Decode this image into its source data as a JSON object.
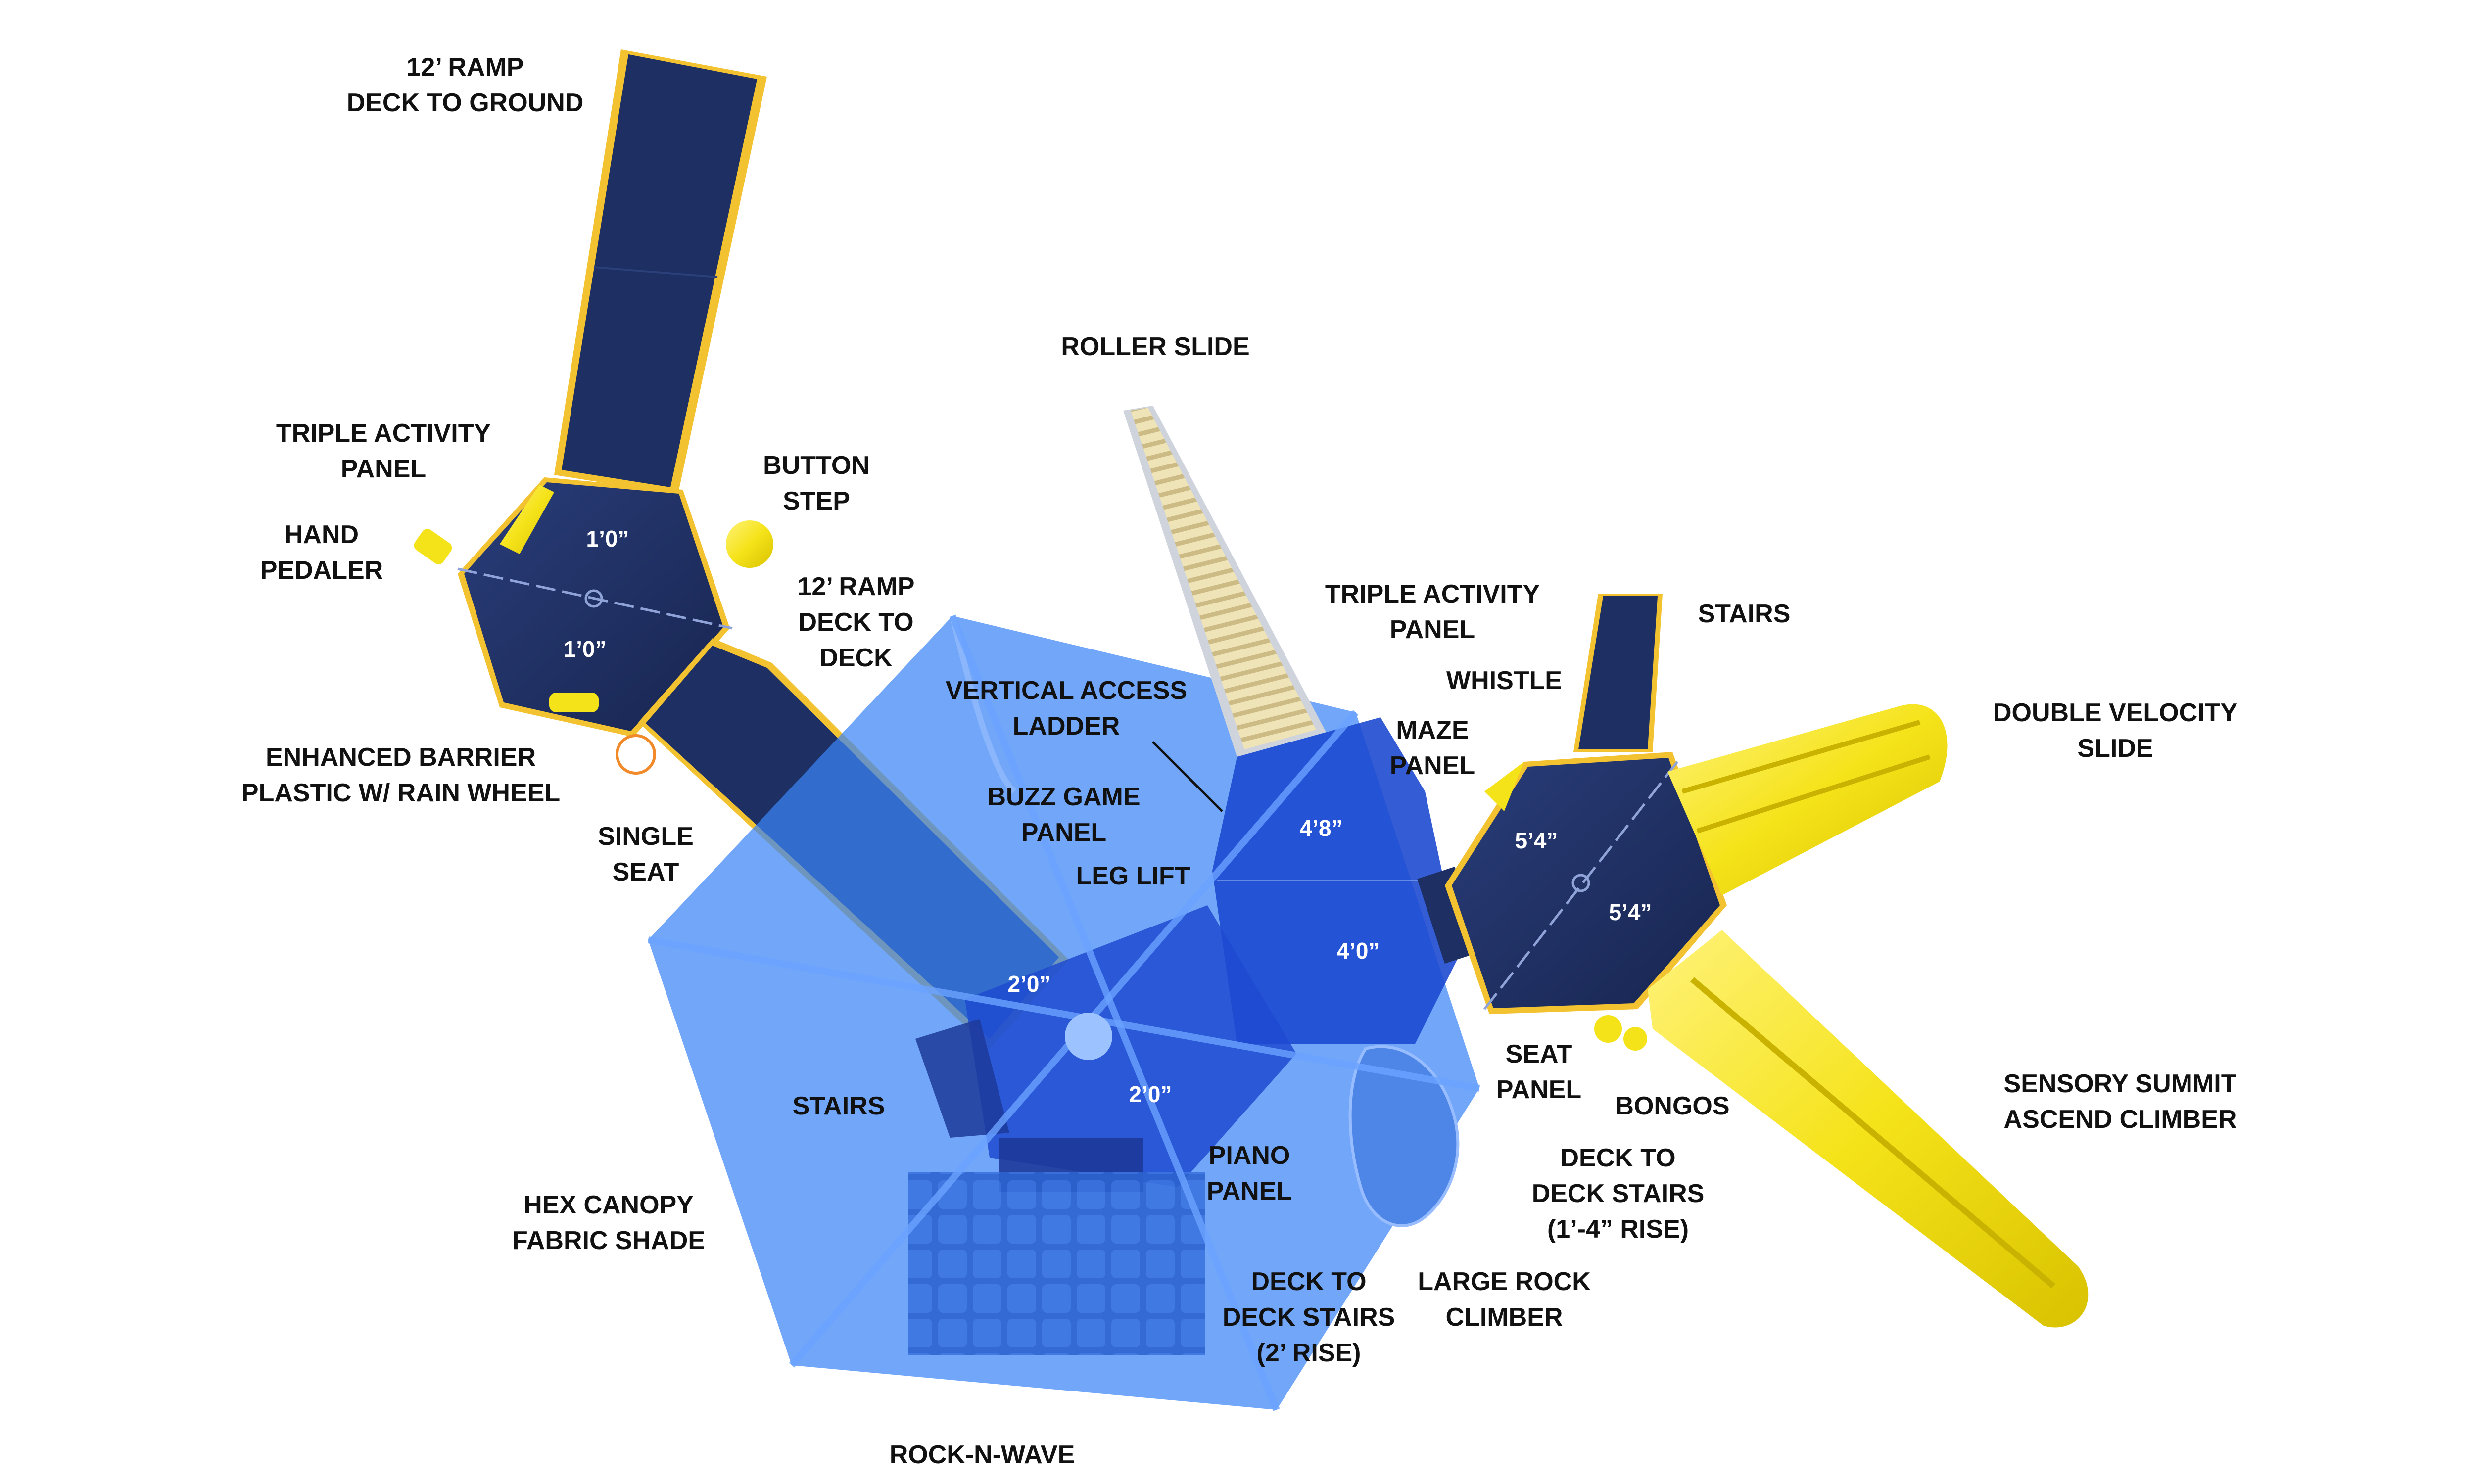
{
  "labels": {
    "ramp_ground": [
      "12’ RAMP",
      "DECK TO GROUND"
    ],
    "triple_activity_left": [
      "TRIPLE ACTIVITY",
      "PANEL"
    ],
    "hand_pedaler": [
      "HAND",
      "PEDALER"
    ],
    "button_step": [
      "BUTTON",
      "STEP"
    ],
    "ramp_deck": [
      "12’ RAMP",
      "DECK TO",
      "DECK"
    ],
    "enhanced_barrier": [
      "ENHANCED BARRIER",
      "PLASTIC W/ RAIN WHEEL"
    ],
    "single_seat": [
      "SINGLE",
      "SEAT"
    ],
    "roller_slide": [
      "ROLLER SLIDE"
    ],
    "vertical_ladder": [
      "VERTICAL ACCESS",
      "LADDER"
    ],
    "buzz_game": [
      "BUZZ GAME",
      "PANEL"
    ],
    "leg_lift": [
      "LEG LIFT"
    ],
    "triple_activity_right": [
      "TRIPLE ACTIVITY",
      "PANEL"
    ],
    "whistle": [
      "WHISTLE"
    ],
    "maze_panel": [
      "MAZE",
      "PANEL"
    ],
    "stairs_top": [
      "STAIRS"
    ],
    "double_velocity": [
      "DOUBLE VELOCITY",
      "SLIDE"
    ],
    "seat_panel": [
      "SEAT",
      "PANEL"
    ],
    "bongos": [
      "BONGOS"
    ],
    "sensory_summit": [
      "SENSORY SUMMIT",
      "ASCEND CLIMBER"
    ],
    "stairs_left": [
      "STAIRS"
    ],
    "hex_canopy": [
      "HEX CANOPY",
      "FABRIC SHADE"
    ],
    "piano_panel": [
      "PIANO",
      "PANEL"
    ],
    "deck_stairs_14": [
      "DECK TO",
      "DECK STAIRS",
      "(1’-4” RISE)"
    ],
    "deck_stairs_2": [
      "DECK TO",
      "DECK STAIRS",
      "(2’ RISE)"
    ],
    "large_rock": [
      "LARGE ROCK",
      "CLIMBER"
    ],
    "rock_n_wave": [
      "ROCK-N-WAVE"
    ]
  },
  "deck_heights": {
    "upper_left_a": "1’0”",
    "upper_left_b": "1’0”",
    "center_a": "2’0”",
    "center_b": "2’0”",
    "mid_a": "4’8”",
    "mid_b": "4’0”",
    "right_a": "5’4”",
    "right_b": "5’4”"
  },
  "colors": {
    "deck": "#1d2f63",
    "canopy": "#3a84f5",
    "yellow": "#f5e31a",
    "slide_tan": "#e4d6a8"
  }
}
